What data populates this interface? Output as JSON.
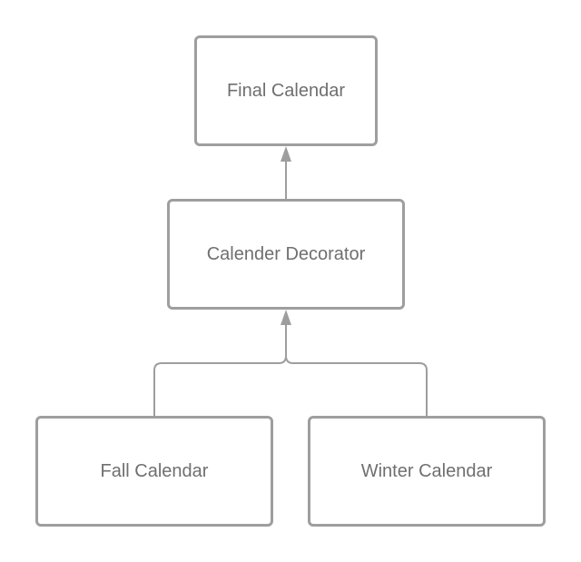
{
  "nodes": {
    "final": {
      "label": "Final Calendar"
    },
    "decorator": {
      "label": "Calender Decorator"
    },
    "fall": {
      "label": "Fall Calendar"
    },
    "winter": {
      "label": "Winter Calendar"
    }
  },
  "edges": [
    {
      "from": "decorator",
      "to": "final"
    },
    {
      "from": "fall",
      "to": "decorator"
    },
    {
      "from": "winter",
      "to": "decorator"
    }
  ],
  "colors": {
    "stroke": "#9e9e9e",
    "text": "#6f6f6f",
    "background": "#ffffff"
  }
}
